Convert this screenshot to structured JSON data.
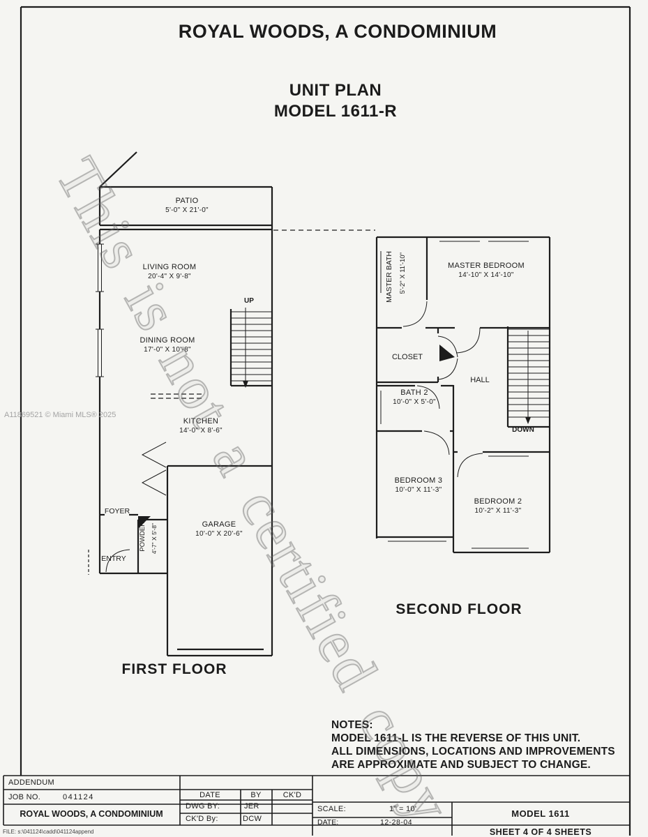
{
  "header": {
    "title": "ROYAL WOODS, A CONDOMINIUM",
    "subtitle1": "UNIT PLAN",
    "subtitle2": "MODEL 1611-R"
  },
  "watermark": "This is not a certified copy",
  "mls_credit": "A11869521 © Miami MLS® 2025",
  "first_floor": {
    "caption": "FIRST FLOOR",
    "up_label": "UP",
    "rooms": {
      "patio": {
        "name": "PATIO",
        "dims": "5'-0\" X 21'-0\""
      },
      "living": {
        "name": "LIVING ROOM",
        "dims": "20'-4\" X 9'-8\""
      },
      "dining": {
        "name": "DINING ROOM",
        "dims": "17'-0\" X 10'-8\""
      },
      "kitchen": {
        "name": "KITCHEN",
        "dims": "14'-0\" X 8'-6\""
      },
      "foyer": {
        "name": "FOYER"
      },
      "powder": {
        "name": "POWDER",
        "dims": "4'-7\" X 5'-8\""
      },
      "entry": {
        "name": "ENTRY"
      },
      "garage": {
        "name": "GARAGE",
        "dims": "10'-0\" X 20'-6\""
      }
    }
  },
  "second_floor": {
    "caption": "SECOND FLOOR",
    "down_label": "DOWN",
    "rooms": {
      "master_bath": {
        "name": "MASTER BATH",
        "dims": "5'-2\" X 11'-10\""
      },
      "master_bedroom": {
        "name": "MASTER BEDROOM",
        "dims": "14'-10\" X 14'-10\""
      },
      "closet": {
        "name": "CLOSET"
      },
      "hall": {
        "name": "HALL"
      },
      "bath2": {
        "name": "BATH 2",
        "dims": "10'-0\" X 5'-0\""
      },
      "bedroom3": {
        "name": "BEDROOM 3",
        "dims": "10'-0\" X 11'-3\""
      },
      "bedroom2": {
        "name": "BEDROOM 2",
        "dims": "10'-2\" X 11'-3\""
      }
    }
  },
  "notes": {
    "label": "NOTES:",
    "lines": [
      "MODEL 1611-L IS THE REVERSE OF THIS UNIT.",
      "ALL DIMENSIONS, LOCATIONS AND IMPROVEMENTS",
      "ARE APPROXIMATE AND SUBJECT TO CHANGE."
    ]
  },
  "title_block": {
    "addendum": "ADDENDUM",
    "job_no_label": "JOB NO.",
    "job_no": "041124",
    "project": "ROYAL WOODS, A CONDOMINIUM",
    "date_col": "DATE",
    "by_col": "BY",
    "ckd_col": "CK'D",
    "dwg_by_label": "DWG BY:",
    "dwg_by": "JER",
    "ckd_by_label": "CK'D By:",
    "ckd_by": "DCW",
    "scale_label": "SCALE:",
    "scale": "1\" = 10'",
    "date_label": "DATE:",
    "date": "12-28-04",
    "model": "MODEL 1611",
    "sheet": "SHEET 4 OF 4 SHEETS"
  },
  "file_note": "FILE: s:\\041124\\cadd\\041124append"
}
